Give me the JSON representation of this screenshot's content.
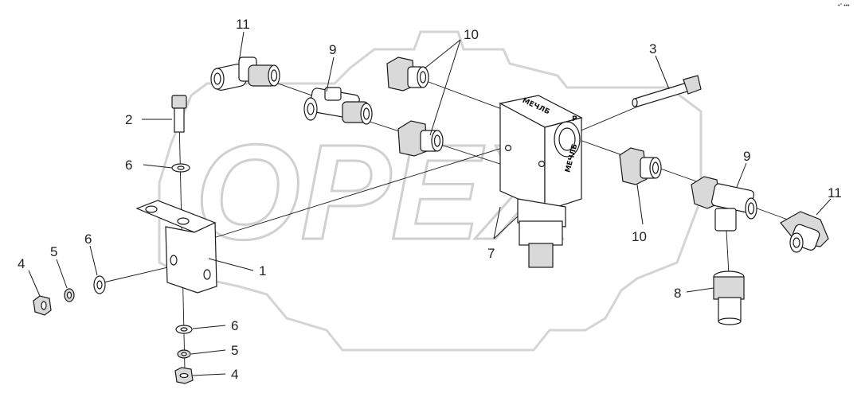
{
  "watermark": {
    "text": "OPEX"
  },
  "corner_mark": "•° •••",
  "body_marking_top": "МЕЧЛБ",
  "body_marking_side": "МЕЧЛБ",
  "port_letter": "P",
  "callouts": [
    {
      "id": "c11a",
      "label": "11"
    },
    {
      "id": "c9a",
      "label": "9"
    },
    {
      "id": "c10a",
      "label": "10"
    },
    {
      "id": "c3",
      "label": "3"
    },
    {
      "id": "c2",
      "label": "2"
    },
    {
      "id": "c6a",
      "label": "6"
    },
    {
      "id": "c9b",
      "label": "9"
    },
    {
      "id": "c11b",
      "label": "11"
    },
    {
      "id": "c1",
      "label": "1"
    },
    {
      "id": "c4a",
      "label": "4"
    },
    {
      "id": "c5a",
      "label": "5"
    },
    {
      "id": "c6b",
      "label": "6"
    },
    {
      "id": "c7",
      "label": "7"
    },
    {
      "id": "c10b",
      "label": "10"
    },
    {
      "id": "c8",
      "label": "8"
    },
    {
      "id": "c6c",
      "label": "6"
    },
    {
      "id": "c5b",
      "label": "5"
    },
    {
      "id": "c4b",
      "label": "4"
    }
  ]
}
